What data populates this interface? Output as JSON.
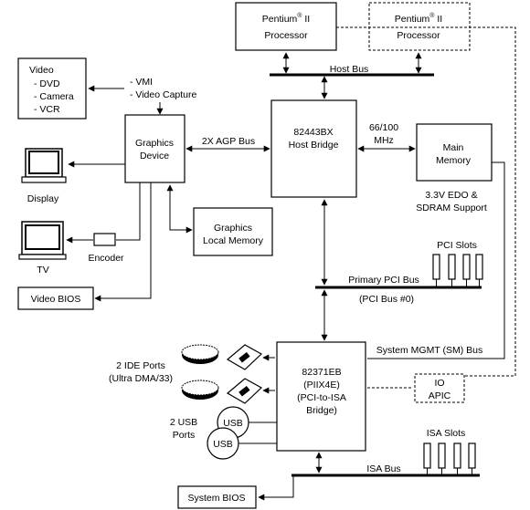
{
  "cpu1": {
    "name": "Pentium",
    "sup": "®",
    "ver": " II",
    "line2": "Processor"
  },
  "cpu2": {
    "name": "Pentium",
    "sup": "®",
    "ver": " II",
    "line2": "Processor"
  },
  "host_bus": "Host Bus",
  "video_sources": {
    "title": "Video",
    "items": [
      "- DVD",
      "- Camera",
      "- VCR"
    ]
  },
  "video_inputs": [
    "- VMI",
    "- Video Capture"
  ],
  "graphics_device": [
    "Graphics",
    "Device"
  ],
  "agp_label": "2X AGP Bus",
  "host_bridge": [
    "82443BX",
    "Host Bridge"
  ],
  "mem_speed": [
    "66/100",
    "MHz"
  ],
  "main_memory": [
    "Main",
    "Memory"
  ],
  "memory_support": [
    "3.3V EDO &",
    "SDRAM Support"
  ],
  "display_label": "Display",
  "tv_label": "TV",
  "encoder_label": "Encoder",
  "graphics_local_memory": [
    "Graphics",
    "Local Memory"
  ],
  "video_bios": "Video BIOS",
  "pci_slots": "PCI Slots",
  "primary_pci_bus": "Primary PCI Bus",
  "pci_bus_num": "(PCI Bus #0)",
  "sm_bus": "System MGMT (SM) Bus",
  "ide_ports": [
    "2 IDE Ports",
    "(Ultra DMA/33)"
  ],
  "piix": [
    "82371EB",
    "(PIIX4E)",
    "(PCI-to-ISA",
    "Bridge)"
  ],
  "io_apic": [
    "IO",
    "APIC"
  ],
  "usb_ports": [
    "2 USB",
    "Ports"
  ],
  "usb_label": "USB",
  "isa_slots": "ISA Slots",
  "isa_bus": "ISA Bus",
  "system_bios": "System BIOS"
}
